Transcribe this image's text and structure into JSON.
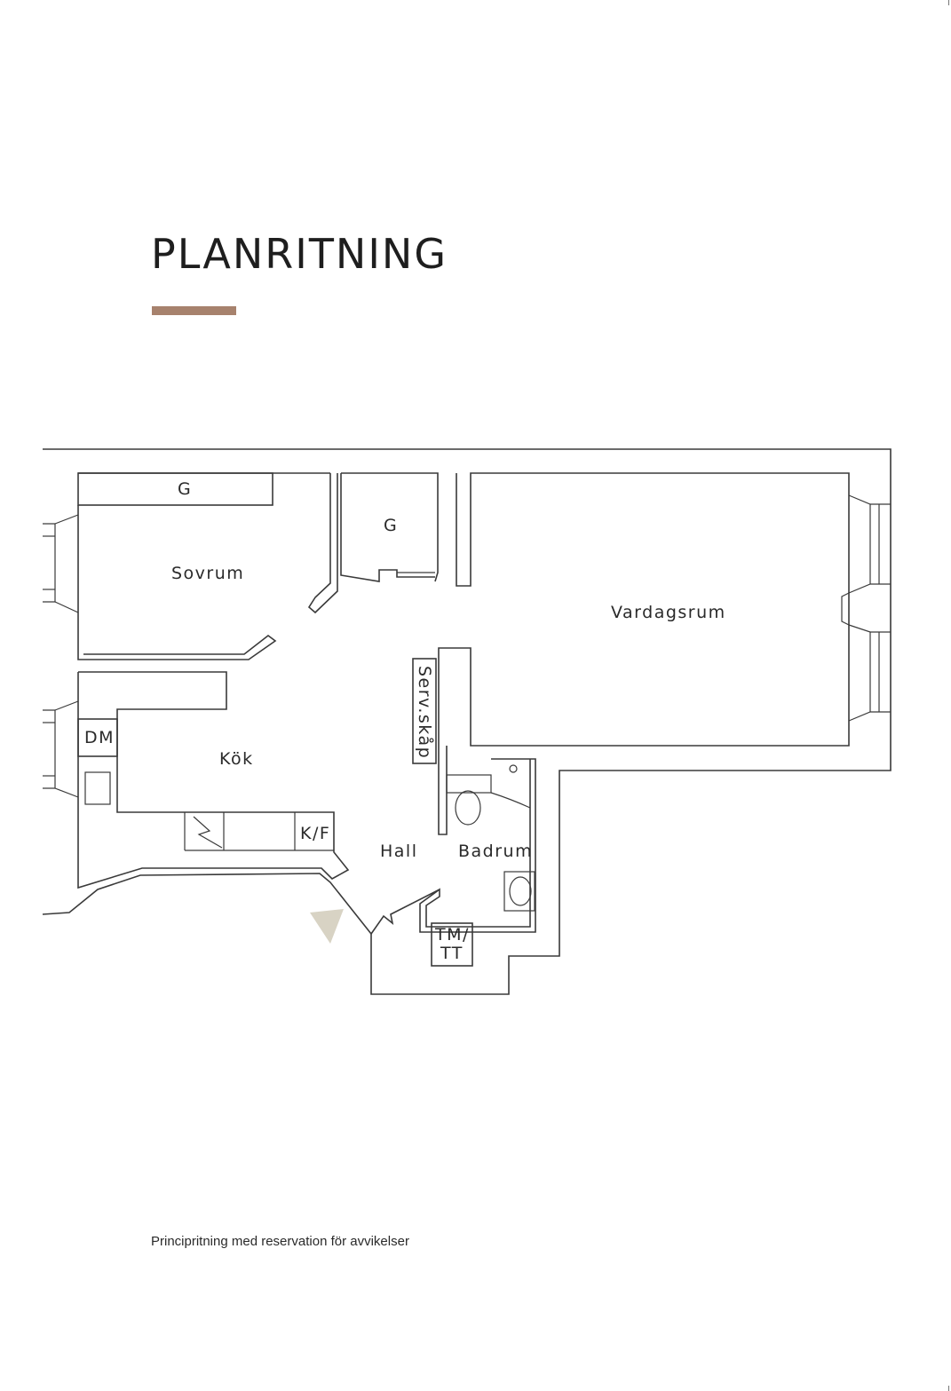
{
  "header": {
    "title": "PLANRITNING"
  },
  "colors": {
    "accent": "#a7826d",
    "wall": "#3a3a3a",
    "entrance_marker": "#d8d3c4",
    "background": "#ffffff"
  },
  "floorplan": {
    "rooms": {
      "storage_top_left": "G",
      "bedroom": "Sovrum",
      "storage_middle": "G",
      "living_room": "Vardagsrum",
      "dishwasher": "DM",
      "kitchen": "Kök",
      "service_cabinet": "Serv.skåp",
      "fridge_freezer": "K/F",
      "hall": "Hall",
      "bathroom": "Badrum",
      "washer_dryer_line1": "TM/",
      "washer_dryer_line2": "TT"
    }
  },
  "footer": {
    "note": "Principritning med reservation för avvikelser"
  }
}
